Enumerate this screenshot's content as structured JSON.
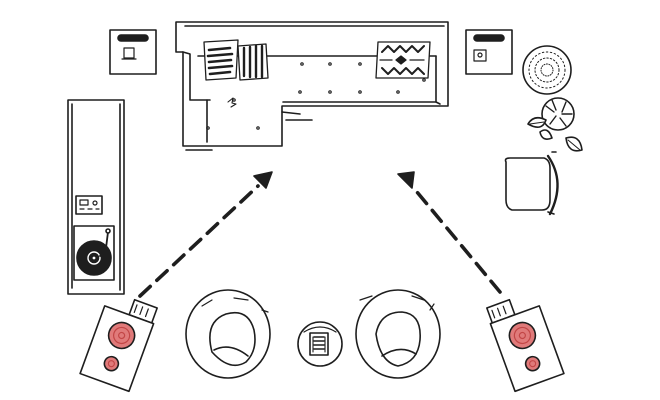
{
  "diagram": {
    "ink_color": "#1e1e1e",
    "paper_color": "#ffffff",
    "accent_color": "#e07a7a",
    "items": [
      {
        "name": "sectional-sofa",
        "kind": "sofa"
      },
      {
        "name": "throw-pillow-striped",
        "kind": "pillow"
      },
      {
        "name": "throw-pillow-patterned",
        "kind": "pillow"
      },
      {
        "name": "side-table-left",
        "kind": "table"
      },
      {
        "name": "side-table-right",
        "kind": "table"
      },
      {
        "name": "round-rug",
        "kind": "rug"
      },
      {
        "name": "potted-plant",
        "kind": "plant"
      },
      {
        "name": "desk-chair",
        "kind": "chair"
      },
      {
        "name": "media-console",
        "kind": "shelf"
      },
      {
        "name": "radio",
        "kind": "device"
      },
      {
        "name": "turntable",
        "kind": "device"
      },
      {
        "name": "lounge-chair-left",
        "kind": "chair"
      },
      {
        "name": "lounge-chair-right",
        "kind": "chair"
      },
      {
        "name": "coffee-table",
        "kind": "table"
      },
      {
        "name": "speaker-left",
        "kind": "speaker"
      },
      {
        "name": "speaker-right",
        "kind": "speaker"
      },
      {
        "name": "listening-arrow-left",
        "kind": "arrow"
      },
      {
        "name": "listening-arrow-right",
        "kind": "arrow"
      }
    ]
  }
}
